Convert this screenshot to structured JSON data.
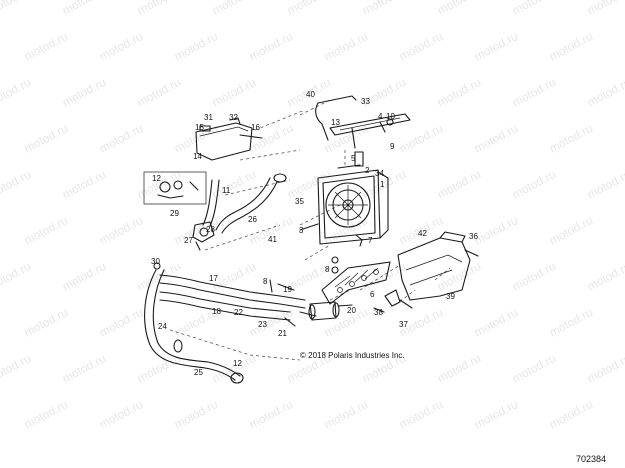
{
  "copyright": "© 2018 Polaris Industries Inc.",
  "diagram_number": "702384",
  "watermark": "motod.ru",
  "callouts": [
    "1",
    "2",
    "3",
    "4",
    "5",
    "6",
    "7",
    "8",
    "9",
    "10",
    "11",
    "12",
    "13",
    "14",
    "15",
    "16",
    "17",
    "18",
    "19",
    "20",
    "21",
    "22",
    "23",
    "24",
    "25",
    "26",
    "27",
    "28",
    "29",
    "30",
    "31",
    "32",
    "33",
    "34",
    "35",
    "36",
    "37",
    "38",
    "39",
    "40",
    "41",
    "42"
  ],
  "colors": {
    "line": "#1a1a1a",
    "watermark": "#b9b9b9",
    "background": "#ffffff"
  }
}
